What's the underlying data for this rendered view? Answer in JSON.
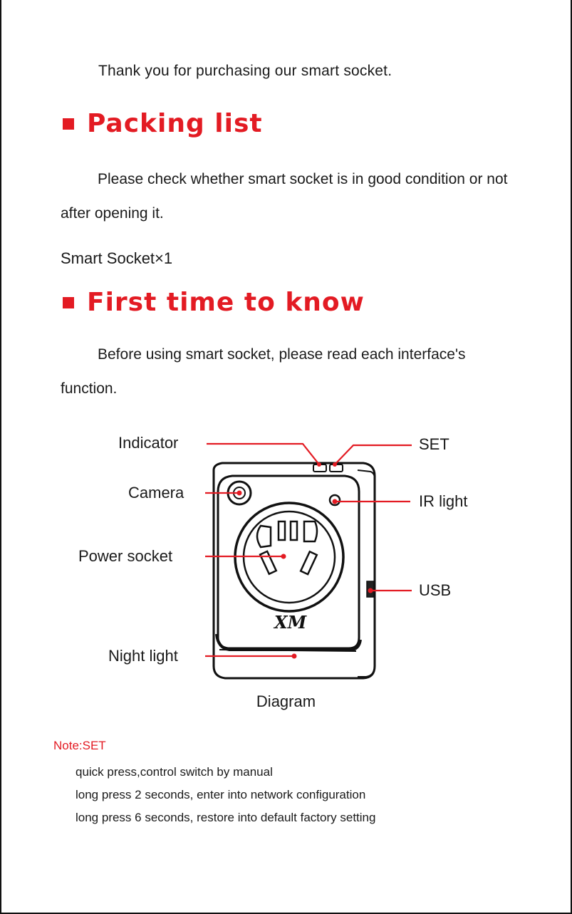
{
  "intro": "Thank you for purchasing our smart socket.",
  "packing": {
    "heading": "Packing list",
    "paragraph": "Please check whether smart socket is in good condition or not after opening it.",
    "item": "Smart Socket×1"
  },
  "first_time": {
    "heading": "First time to know",
    "paragraph": "Before using smart socket, please read each interface's function."
  },
  "diagram": {
    "labels": {
      "indicator": "Indicator",
      "set": "SET",
      "camera": "Camera",
      "ir_light": "IR light",
      "power_socket": "Power socket",
      "usb": "USB",
      "night_light": "Night light"
    },
    "logo_text": "XM",
    "caption": "Diagram"
  },
  "note": {
    "title": "Note:SET",
    "lines": [
      "quick press,control switch by manual",
      "long press 2 seconds, enter into network configuration",
      "long press 6 seconds, restore into default factory setting"
    ]
  },
  "colors": {
    "accent": "#e31b23",
    "text": "#1a1a1a"
  }
}
